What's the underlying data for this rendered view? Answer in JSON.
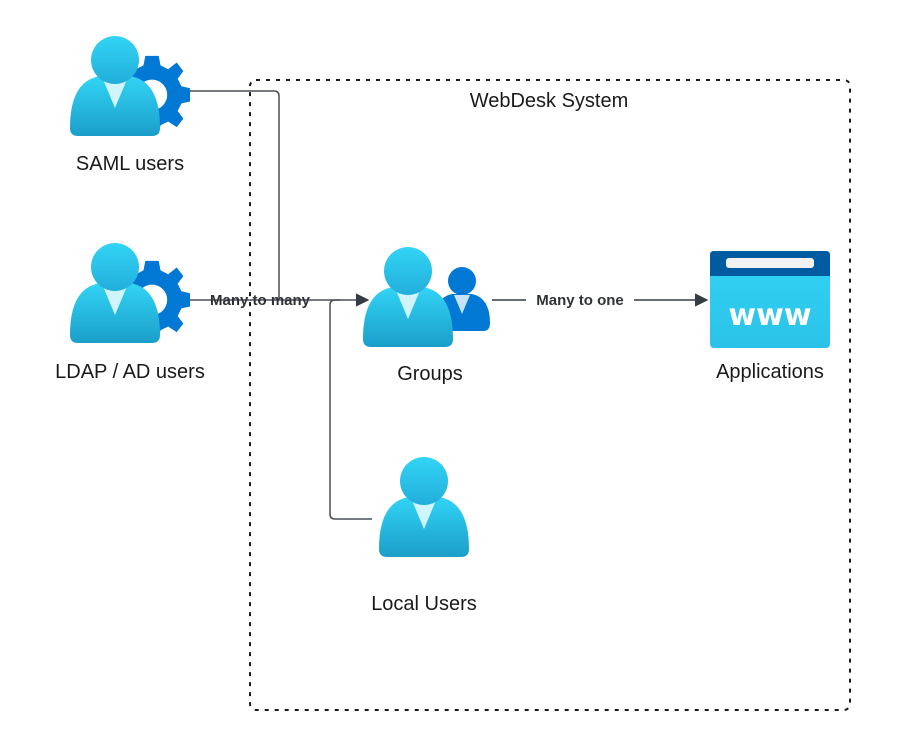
{
  "container": {
    "label": "WebDesk System",
    "border_style": "dotted"
  },
  "nodes": {
    "saml_users": {
      "label": "SAML users",
      "icon": "user-gear-icon"
    },
    "ldap_users": {
      "label": "LDAP / AD users",
      "icon": "user-gear-icon"
    },
    "groups": {
      "label": "Groups",
      "icon": "user-group-icon"
    },
    "applications": {
      "label": "Applications",
      "icon": "www-browser-icon",
      "icon_text": "www"
    },
    "local_users": {
      "label": "Local Users",
      "icon": "user-icon"
    }
  },
  "edges": [
    {
      "from": "saml_users",
      "to": "groups",
      "label": ""
    },
    {
      "from": "ldap_users",
      "to": "groups",
      "label": "Many to many"
    },
    {
      "from": "local_users",
      "to": "groups",
      "label": ""
    },
    {
      "from": "groups",
      "to": "applications",
      "label": "Many to one"
    }
  ],
  "colors": {
    "person_light": "#32d4f5",
    "person_dark": "#1b9ec9",
    "person_collar": "#d0f4fb",
    "gear": "#0078d4",
    "group_secondary": "#0078d4",
    "browser_header": "#005ba1",
    "browser_body": "#32d4f5",
    "edge": "#4a4e55",
    "arrow": "#353a43"
  }
}
